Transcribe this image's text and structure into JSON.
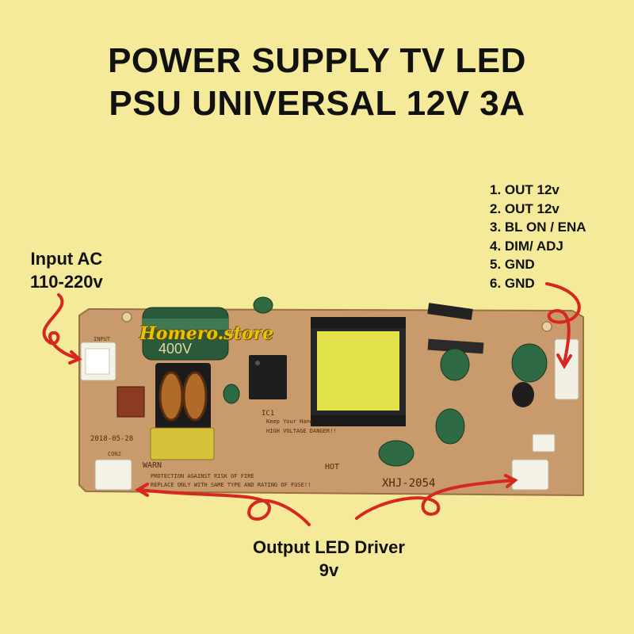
{
  "title": {
    "line1": "POWER SUPPLY TV LED",
    "line2": "PSU UNIVERSAL 12V 3A"
  },
  "pinout": [
    "1. OUT 12v",
    "2. OUT 12v",
    "3. BL ON / ENA",
    "4. DIM/ ADJ",
    "5. GND",
    "6. GND"
  ],
  "input_label": {
    "line1": "Input AC",
    "line2": "110-220v"
  },
  "output_label": {
    "line1": "Output LED Driver",
    "line2": "9v"
  },
  "watermark": "Homero.store",
  "pcb": {
    "capacitor_text": "400V",
    "model_text": "XHJ-2054",
    "date_text": "2018-05-28",
    "hot_text": "HOT",
    "warn_text": "WARN",
    "warning_line1": "PROTECTION AGAINST RISK OF FIRE",
    "warning_line2": "REPLACE ONLY WITH SAME TYPE AND RATING OF FUSE!!",
    "danger_text": "HIGH VOLTAGE DANGER!!",
    "keep_text": "Keep Your Hand",
    "ic_text": "IC1",
    "con2_text": "CON2",
    "input_text": "INPUT"
  },
  "colors": {
    "background": "#f4ea9a",
    "pcb": "#c89a6a",
    "arrow": "#d6281f",
    "transformer_core": "#2a2a2a",
    "transformer_winding": "#e6e34a"
  }
}
